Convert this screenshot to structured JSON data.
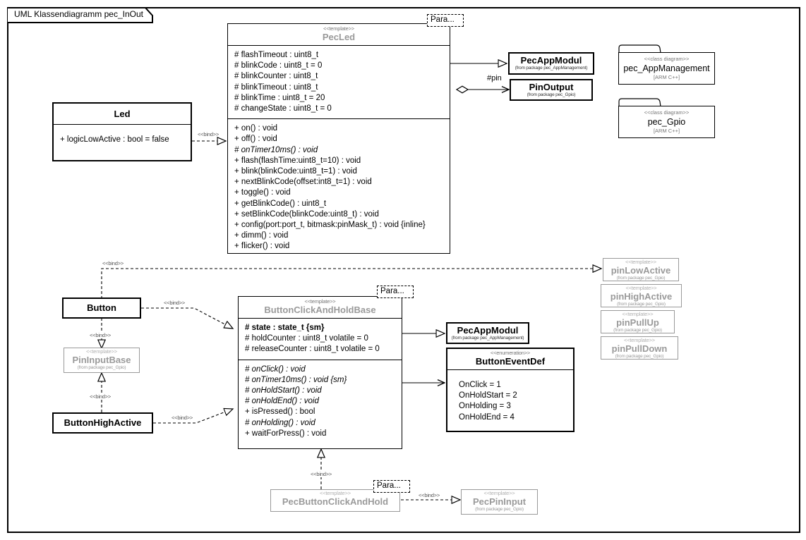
{
  "diagram": {
    "title": "UML Klassendiagramm pec_InOut",
    "stereotype_template": "<<template>>",
    "stereotype_enumeration": "<<enumeration>>",
    "stereotype_classdiagram": "<<class diagram>>",
    "param_box_label": "Para...",
    "bind_label": "<<bind>>",
    "pin_label": "#pin",
    "pkg_gpio": "(from package pec_Gpio)",
    "pkg_appmgmt": "(from package pec_AppManagement)",
    "lang": "[ARM C++]",
    "colors": {
      "line": "#000000",
      "gray_class": "#9a9a9a",
      "stereo": "#777777",
      "background": "#ffffff"
    }
  },
  "classes": {
    "pecled": {
      "name": "PecLed",
      "stereotype": "<<template>>",
      "attributes": [
        "# flashTimeout : uint8_t",
        "# blinkCode : uint8_t = 0",
        "# blinkCounter : uint8_t",
        "# blinkTimeout : uint8_t",
        "# blinkTime : uint8_t = 20",
        "# changeState : uint8_t = 0"
      ],
      "operations": [
        {
          "text": "+ on() : void",
          "italic": false
        },
        {
          "text": "+ off() : void",
          "italic": false
        },
        {
          "text": "# onTimer10ms() : void",
          "italic": true
        },
        {
          "text": "+ flash(flashTime:uint8_t=10) : void",
          "italic": false
        },
        {
          "text": "+ blink(blinkCode:uint8_t=1) : void",
          "italic": false
        },
        {
          "text": "+ nextBlinkCode(offset:int8_t=1) : void",
          "italic": false
        },
        {
          "text": "+ toggle() : void",
          "italic": false
        },
        {
          "text": "+ getBlinkCode() : uint8_t",
          "italic": false
        },
        {
          "text": "+ setBlinkCode(blinkCode:uint8_t) : void",
          "italic": false
        },
        {
          "text": "+ config(port:port_t, bitmask:pinMask_t) : void {inline}",
          "italic": false
        },
        {
          "text": "+ dimm() : void",
          "italic": false
        },
        {
          "text": "+ flicker() : void",
          "italic": false
        }
      ]
    },
    "led": {
      "name": "Led",
      "attributes": [
        "+ logicLowActive : bool = false"
      ]
    },
    "button": {
      "name": "Button"
    },
    "button_high_active": {
      "name": "ButtonHighActive"
    },
    "pin_input_base": {
      "name": "PinInputBase",
      "stereotype": "<<template>>",
      "frompkg": "(from package pec_Gpio)"
    },
    "bchb": {
      "name": "ButtonClickAndHoldBase",
      "stereotype": "<<template>>",
      "attributes": [
        {
          "text": "# state : state_t {sm}",
          "bold": true
        },
        {
          "text": "# holdCounter : uint8_t volatile = 0",
          "bold": false
        },
        {
          "text": "# releaseCounter : uint8_t volatile = 0",
          "bold": false
        }
      ],
      "operations": [
        {
          "text": "# onClick() : void",
          "italic": true
        },
        {
          "text": "# onTimer10ms() : void {sm}",
          "italic": true
        },
        {
          "text": "# onHoldStart() : void",
          "italic": true
        },
        {
          "text": "# onHoldEnd() : void",
          "italic": true
        },
        {
          "text": "+ isPressed() : bool",
          "italic": false
        },
        {
          "text": "# onHolding() : void",
          "italic": true
        },
        {
          "text": "+ waitForPress() : void",
          "italic": false
        }
      ]
    },
    "pec_app_modul_top": {
      "name": "PecAppModul",
      "frompkg": "(from package pec_AppManagement)"
    },
    "pin_output": {
      "name": "PinOutput",
      "frompkg": "(from package pec_Gpio)"
    },
    "pec_app_modul_bottom": {
      "name": "PecAppModul",
      "frompkg": "(from package pec_AppManagement)"
    },
    "button_event_def": {
      "name": "ButtonEventDef",
      "stereotype": "<<enumeration>>",
      "literals": [
        "OnClick = 1",
        "OnHoldStart = 2",
        "OnHolding = 3",
        "OnHoldEnd = 4"
      ]
    },
    "pec_button_click_and_hold": {
      "name": "PecButtonClickAndHold",
      "stereotype": "<<template>>"
    },
    "pec_pin_input": {
      "name": "PecPinInput",
      "stereotype": "<<template>>",
      "frompkg": "(from package pec_Gpio)"
    },
    "pin_low_active": {
      "name": "pinLowActive",
      "stereotype": "<<template>>",
      "frompkg": "(from package pec_Gpio)"
    },
    "pin_high_active": {
      "name": "pinHighActive",
      "stereotype": "<<template>>",
      "frompkg": "(from package pec_Gpio)"
    },
    "pin_pull_up": {
      "name": "pinPullUp",
      "stereotype": "<<template>>",
      "frompkg": "(from package pec_Gpio)"
    },
    "pin_pull_down": {
      "name": "pinPullDown",
      "stereotype": "<<template>>",
      "frompkg": "(from package pec_Gpio)"
    }
  },
  "packages": [
    {
      "stereotype": "<<class diagram>>",
      "name": "pec_AppManagement",
      "lang": "[ARM C++]"
    },
    {
      "stereotype": "<<class diagram>>",
      "name": "pec_Gpio",
      "lang": "[ARM C++]"
    }
  ],
  "connectors": [
    {
      "from": "Led",
      "to": "PecLed",
      "label": "<<bind>>",
      "kind": "bind"
    },
    {
      "from": "PecLed",
      "to": "PecAppModul",
      "label": "",
      "kind": "generalization"
    },
    {
      "from": "PecLed",
      "to": "PinOutput",
      "label": "#pin",
      "kind": "aggregation"
    },
    {
      "from": "Button",
      "to": "pinLowActive",
      "label": "<<bind>>",
      "kind": "bind"
    },
    {
      "from": "Button",
      "to": "ButtonClickAndHoldBase",
      "label": "<<bind>>",
      "kind": "bind"
    },
    {
      "from": "Button",
      "to": "PinInputBase",
      "label": "<<bind>>",
      "kind": "bind"
    },
    {
      "from": "ButtonHighActive",
      "to": "PinInputBase",
      "label": "<<bind>>",
      "kind": "bind"
    },
    {
      "from": "ButtonHighActive",
      "to": "ButtonClickAndHoldBase",
      "label": "<<bind>>",
      "kind": "bind"
    },
    {
      "from": "ButtonClickAndHoldBase",
      "to": "PecAppModul",
      "label": "",
      "kind": "generalization"
    },
    {
      "from": "ButtonClickAndHoldBase",
      "to": "ButtonEventDef",
      "label": "",
      "kind": "association"
    },
    {
      "from": "PecButtonClickAndHold",
      "to": "ButtonClickAndHoldBase",
      "label": "<<bind>>",
      "kind": "bind"
    },
    {
      "from": "PecButtonClickAndHold",
      "to": "PecPinInput",
      "label": "<<bind>>",
      "kind": "bind"
    }
  ]
}
